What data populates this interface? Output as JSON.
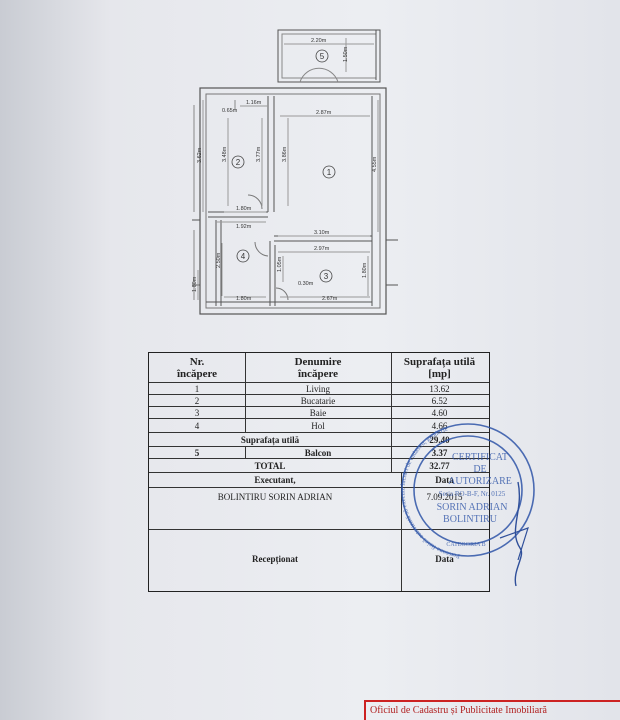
{
  "plan": {
    "dimensions": {
      "d_220": "2.20m",
      "d_150": "1.50m",
      "d_116": "1.16m",
      "d_065": "0.65m",
      "d_287": "2.87m",
      "d_362": "3.62m",
      "d_348": "3.48m",
      "d_377": "3.77m",
      "d_386": "3.86m",
      "d_455": "4.55m",
      "d_180a": "1.80m",
      "d_192": "1.92m",
      "d_310": "3.10m",
      "d_297": "2.97m",
      "d_250": "2.50m",
      "d_105": "1.05m",
      "d_180b": "1.80m",
      "d_030": "0.30m",
      "d_180c": "1.80m",
      "d_180d": "1.80m",
      "d_267": "2.67m"
    },
    "room_numbers": {
      "r1": "1",
      "r2": "2",
      "r3": "3",
      "r4": "4",
      "r5": "5"
    }
  },
  "table": {
    "header": {
      "nr": [
        "Nr.",
        "încăpere"
      ],
      "denumire": [
        "Denumire",
        "încăpere"
      ],
      "suprafata": [
        "Suprafața utilă",
        "[mp]"
      ]
    },
    "rows": [
      {
        "nr": "1",
        "name": "Living",
        "area": "13.62"
      },
      {
        "nr": "2",
        "name": "Bucatarie",
        "area": "6.52"
      },
      {
        "nr": "3",
        "name": "Baie",
        "area": "4.60"
      },
      {
        "nr": "4",
        "name": "Hol",
        "area": "4.66"
      }
    ],
    "suprafata_utila": {
      "label": "Suprafața utilă",
      "value": "29.40"
    },
    "balcon": {
      "nr": "5",
      "name": "Balcon",
      "area": "3.37"
    },
    "total": {
      "label": "TOTAL",
      "value": "32.77"
    },
    "executant": {
      "label": "Executant,",
      "date_label": "Data",
      "name": "BOLINTIRU SORIN ADRIAN",
      "date": "7.09.2015"
    },
    "receptionat": {
      "label": "Recepționat",
      "date_label": "Data"
    }
  },
  "stamp": {
    "line1": "CERTIFICAT",
    "line2": "DE",
    "line3": "AUTORIZARE",
    "line4": "Seria RO-B-F, Nr. 0125",
    "line5": "SORIN ADRIAN",
    "line6": "BOLINTIRU",
    "ring_text": "Persoana fizică autorizată să execute lucrări de cadastru, geodezie",
    "category": "CATEGORIA B",
    "color": "#2f55a8"
  },
  "footer_stamp": {
    "text": "Oficiul de Cadastru și Publicitate Imobiliară",
    "color": "#b02020"
  }
}
